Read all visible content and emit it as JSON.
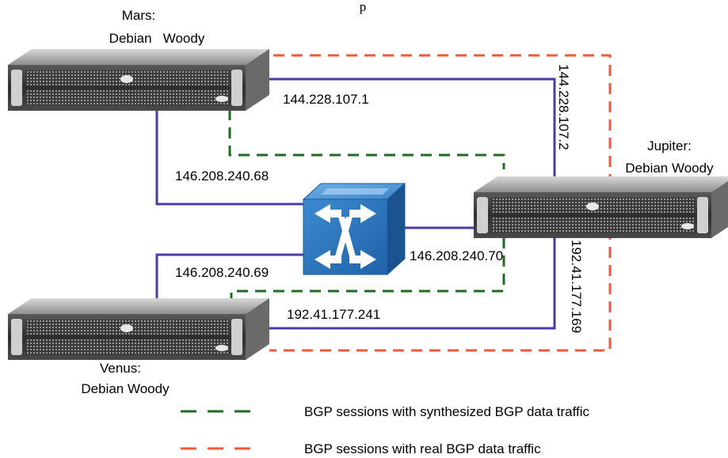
{
  "caption_top": "p",
  "nodes": {
    "mars": {
      "name": "Mars:",
      "os": "Debian   Woody"
    },
    "jupiter": {
      "name": "Jupiter:",
      "os": "Debian Woody"
    },
    "venus": {
      "name": "Venus:",
      "os": "Debian Woody"
    }
  },
  "links": {
    "mars_jupiter": "144.228.107.1",
    "jupiter_mars": "144.228.107.2",
    "mars_switch": "146.208.240.68",
    "venus_switch": "146.208.240.69",
    "jupiter_switch": "146.208.240.70",
    "venus_jupiter": "192.41.177.241",
    "jupiter_venus": "192.41.177.169"
  },
  "legend": {
    "synthesized": "BGP sessions with synthesized BGP data traffic",
    "real": "BGP sessions with real BGP data traffic"
  },
  "colors": {
    "physical_link": "#4b3aa8",
    "synthesized_session": "#1f6b1f",
    "real_session": "#ef5a3c",
    "switch": "#2f78bd"
  }
}
